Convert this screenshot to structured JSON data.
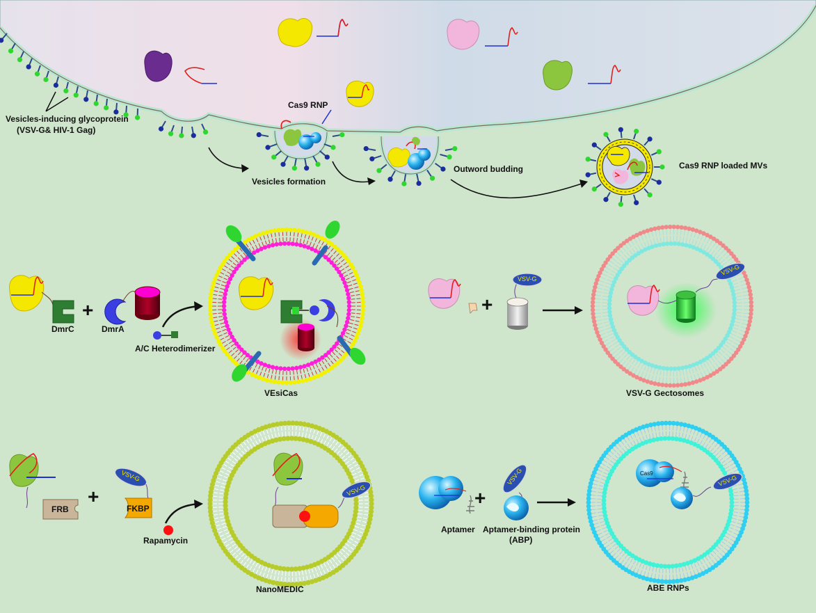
{
  "labels": {
    "glycoprotein_line1": "Vesicles-inducing glycoprotein",
    "glycoprotein_line2": "(VSV-G& HIV-1 Gag)",
    "cas9_rnp": "Cas9 RNP",
    "vesicles_formation": "Vesicles formation",
    "outward_budding": "Outword budding",
    "cas9_loaded_mvs": "Cas9 RNP loaded MVs",
    "dmrc": "DmrC",
    "dmra": "DmrA",
    "ac_heterodimerizer": "A/C Heterodimerizer",
    "vesicas": "VEsiCas",
    "vsvg_gectosomes": "VSV-G Gectosomes",
    "frb": "FRB",
    "fkbp": "FKBP",
    "rapamycin": "Rapamycin",
    "nanomedic": "NanoMEDIC",
    "aptamer": "Aptamer",
    "abp_line1": "Aptamer-binding protein",
    "abp_line2": "(ABP)",
    "abe_rnps": "ABE RNPs",
    "vsvg_tag": "VSV-G",
    "cas9_tag": "Cas9",
    "plus": "+"
  },
  "colors": {
    "background": "#cfe5cc",
    "cell": "#d4dbe8",
    "membrane": "#b9e6d2",
    "cas9_yellow": "#f5e800",
    "cas9_purple": "#6a2c8e",
    "cas9_pink": "#f2b6dc",
    "cas9_green": "#8cc63f",
    "guide_rna": "#e0201c",
    "dna_blue": "#1d2fd6",
    "glyco_green": "#2fd62f",
    "glyco_blue": "#1b2d9c",
    "vesicas_outer": "#f2f200",
    "vesicas_inner": "#ff1fd8",
    "gecto_outer": "#f08a8a",
    "gecto_inner": "#7fe8e0",
    "nano_heads": "#b7cc2a",
    "abe_heads": "#2ecff0"
  }
}
